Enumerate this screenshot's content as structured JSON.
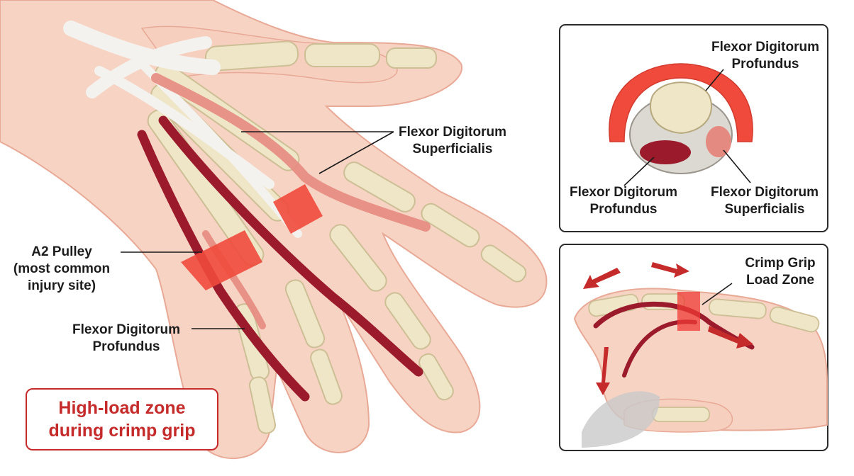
{
  "labels": {
    "fds_hand": [
      "Flexor Digitorum",
      "Superficialis"
    ],
    "a2_pulley": [
      "A2 Pulley",
      "(most common",
      "injury site)"
    ],
    "fdp_hand": [
      "Flexor Digitorum",
      "Profundus"
    ],
    "cs_top_fdp": [
      "Flexor Digitorum",
      "Profundus"
    ],
    "cs_left_fdp": [
      "Flexor Digitorum",
      "Profundus"
    ],
    "cs_right_fds": [
      "Flexor Digitorum",
      "Superficialis"
    ],
    "crimp_zone": [
      "Crimp Grip",
      "Load Zone"
    ]
  },
  "callout": [
    "High-load zone",
    "during crimp grip"
  ],
  "colors": {
    "skin": "#f7d3c4",
    "skin_outline": "#e8a996",
    "bone": "#efe6c8",
    "bone_outline": "#cdbf95",
    "fdp_tendon": "#9b1b2c",
    "fds_tendon": "#e58a80",
    "pulley": "#ef4a3c",
    "callout_red": "#c62b2b"
  }
}
